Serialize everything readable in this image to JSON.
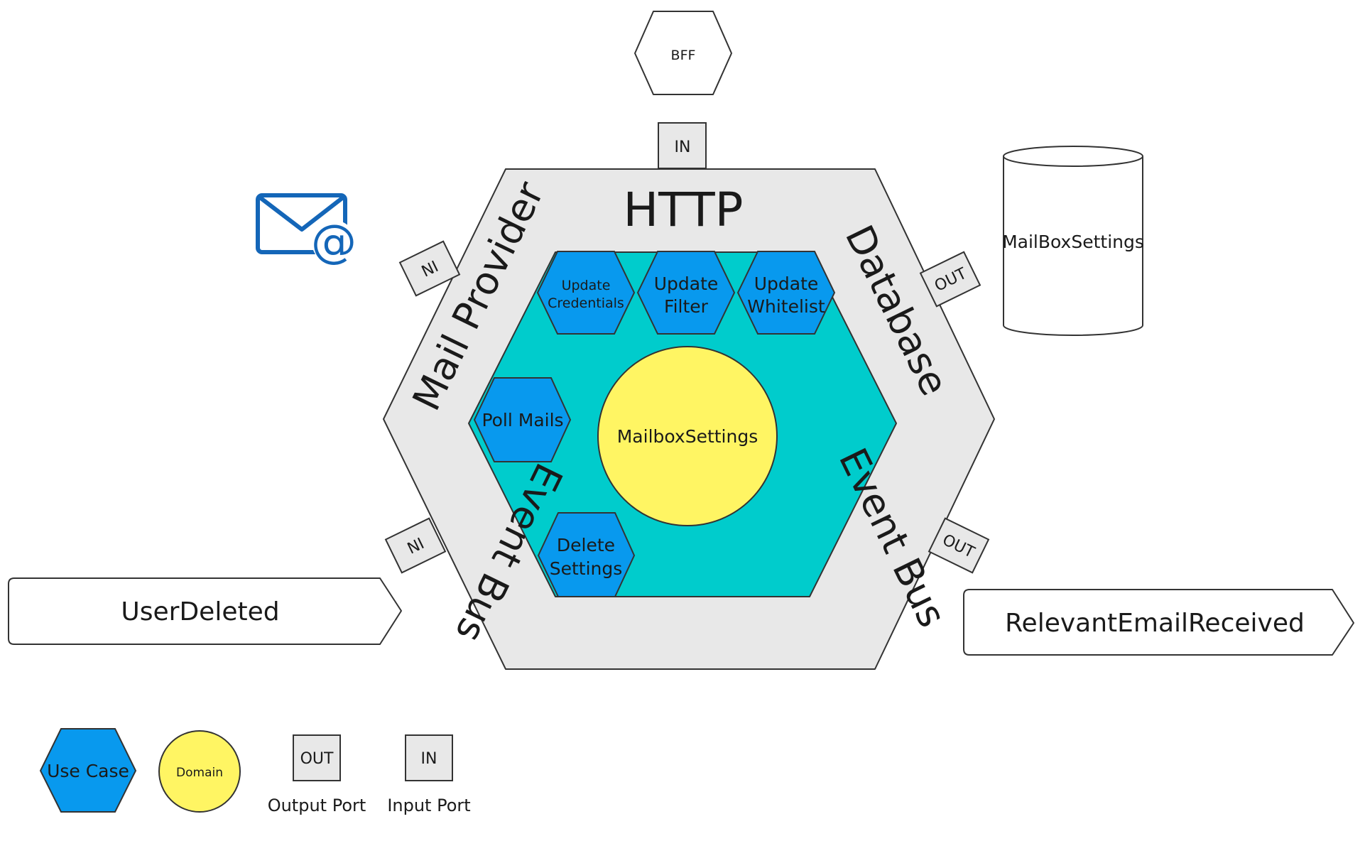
{
  "external": {
    "bff_label": "BFF",
    "db_label": "MailBoxSettings",
    "user_deleted": "UserDeleted",
    "relevant_email": "RelevantEmailReceived",
    "mail_icon": "mail-at-icon"
  },
  "ports": {
    "http_in": "IN",
    "mail_in": "IN",
    "eventbus_in": "IN",
    "db_out": "OUT",
    "eventbus_out": "OUT"
  },
  "adapters": {
    "http": "HTTP",
    "mail_provider": "Mail Provider",
    "database": "Database",
    "event_bus_left": "Event Bus",
    "event_bus_right": "Event Bus"
  },
  "use_cases": {
    "update_credentials": [
      "Update",
      "Credentials"
    ],
    "update_filter": [
      "Update",
      "Filter"
    ],
    "update_whitelist": [
      "Update",
      "Whitelist"
    ],
    "poll_mails": "Poll Mails",
    "delete_settings": [
      "Delete",
      "Settings"
    ]
  },
  "domain": {
    "label": "MailboxSettings"
  },
  "legend": {
    "use_case": "Use Case",
    "domain": "Domain",
    "out_box": "OUT",
    "out_label": "Output Port",
    "in_box": "IN",
    "in_label": "Input Port"
  },
  "colors": {
    "adapter_ring": "#e8e8e8",
    "application_core": "#00cccc",
    "use_case": "#0899ee",
    "domain": "#fff563",
    "mail_icon": "#1466b8"
  }
}
